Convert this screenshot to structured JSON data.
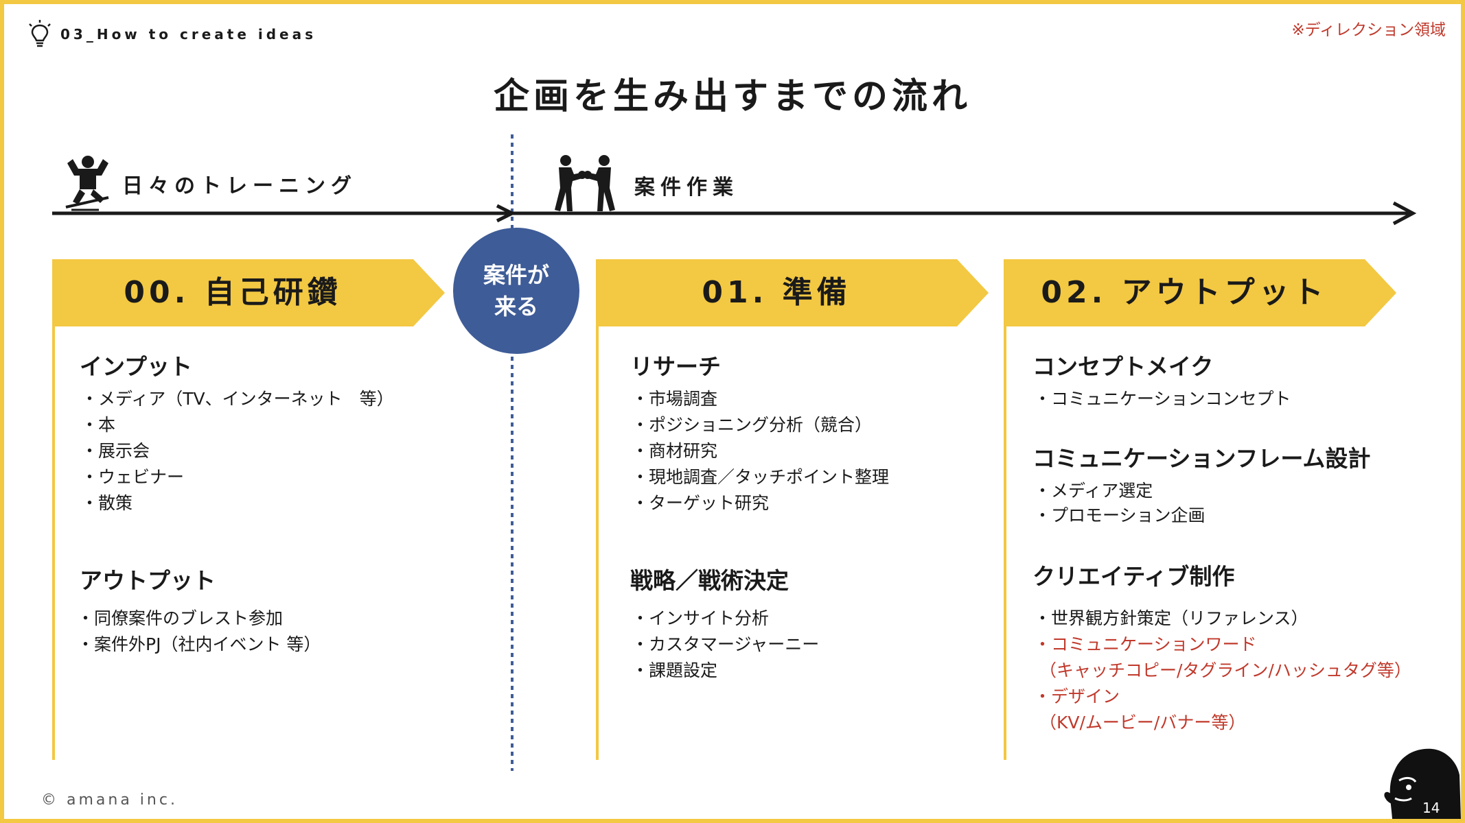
{
  "header": {
    "topic": "03_How to create ideas",
    "note": "※ディレクション領域",
    "title": "企画を生み出すまでの流れ"
  },
  "timeline": {
    "training_label": "日々のトレーニング",
    "work_label": "案件作業",
    "circle_line1": "案件が",
    "circle_line2": "来る"
  },
  "columns": {
    "self": {
      "title": "00. 自己研鑽",
      "input_heading": "インプット",
      "input_items": [
        "・メディア（TV、インターネット　等）",
        "・本",
        "・展示会",
        "・ウェビナー",
        "・散策"
      ],
      "output_heading": "アウトプット",
      "output_items": [
        "・同僚案件のブレスト参加",
        "・案件外PJ（社内イベント 等）"
      ]
    },
    "prep": {
      "title": "01. 準備",
      "research_heading": "リサーチ",
      "research_items": [
        "・市場調査",
        "・ポジショニング分析（競合）",
        "・商材研究",
        "・現地調査／タッチポイント整理",
        "・ターゲット研究"
      ],
      "strategy_heading": "戦略／戦術決定",
      "strategy_items": [
        "・インサイト分析",
        "・カスタマージャーニー",
        "・課題設定"
      ]
    },
    "output": {
      "title": "02. アウトプット",
      "concept_heading": "コンセプトメイク",
      "concept_items": [
        "・コミュニケーションコンセプト"
      ],
      "frame_heading": "コミュニケーションフレーム設計",
      "frame_items": [
        "・メディア選定",
        "・プロモーション企画"
      ],
      "creative_heading": "クリエイティブ制作",
      "creative_items": [
        "・世界観方針策定（リファレンス）"
      ],
      "creative_red_items": [
        "・コミュニケーションワード",
        "（キャッチコピー/タグライン/ハッシュタグ等）",
        "・デザイン",
        "（KV/ムービー/バナー等）"
      ]
    }
  },
  "footer": {
    "copyright": "© amana inc.",
    "page": "14"
  },
  "colors": {
    "accent_yellow": "#f3c842",
    "circle_blue": "#3e5c97",
    "note_red": "#c0392b",
    "dotted_line": "#3e5c97"
  }
}
